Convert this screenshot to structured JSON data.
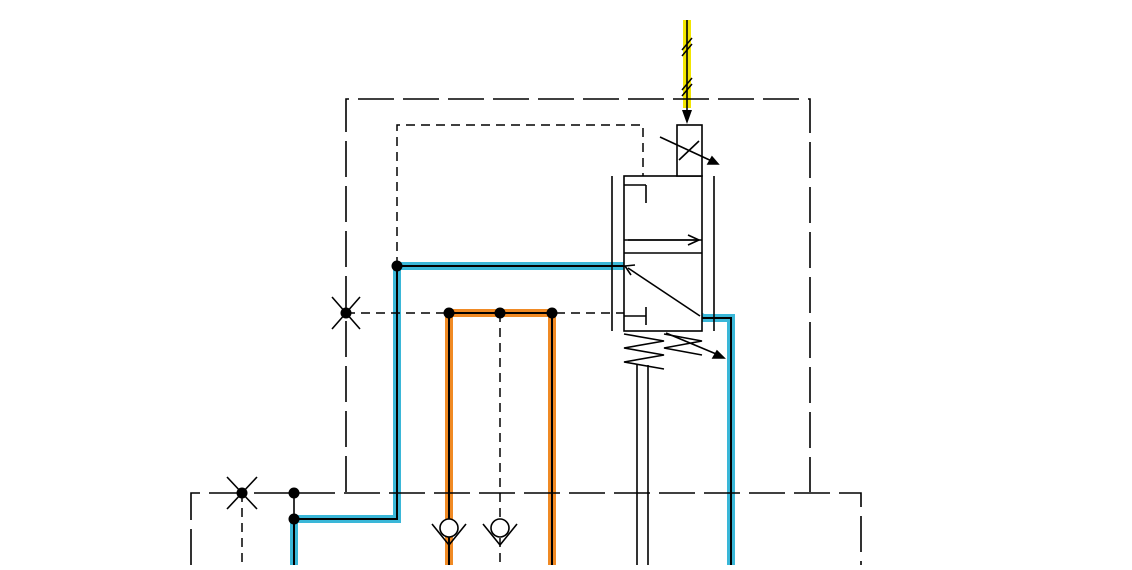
{
  "diagram": {
    "type": "hydraulic-schematic",
    "colors": {
      "background": "#ffffff",
      "line": "#000000",
      "signal_line": "#f2e600",
      "flow_path_blue": "#3ab7d8",
      "flow_path_orange": "#f08a24"
    },
    "symbols": [
      "electrical-signal-input",
      "proportional-solenoid-actuator",
      "directional-control-valve",
      "adjustable-spring",
      "orifice",
      "check-valve",
      "junction-dot"
    ]
  }
}
